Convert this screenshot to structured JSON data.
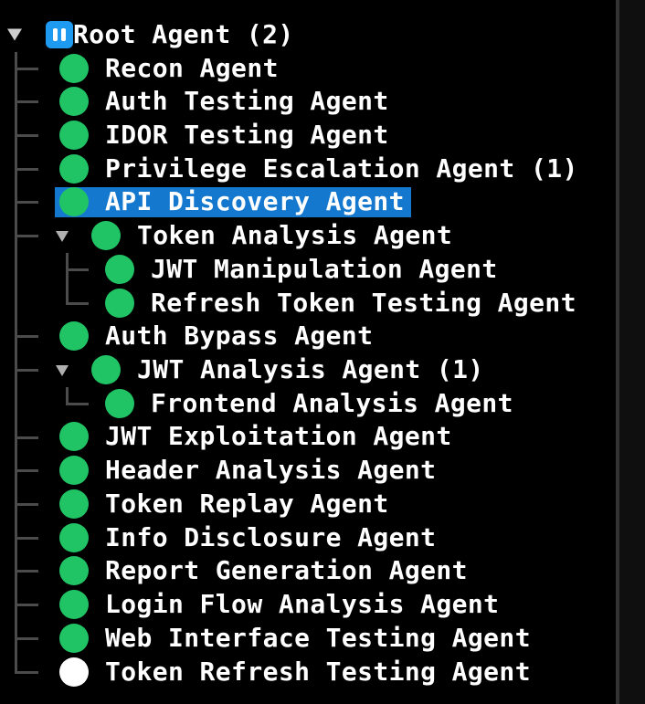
{
  "panel": {
    "background": "#000000",
    "divider_color": "#333333",
    "right_strip_color": "#0f0f0f"
  },
  "colors": {
    "selection_highlight": "#1478cf",
    "status_running": "#20c465",
    "status_idle": "#ffffff",
    "paused_icon_blue": "#1e9bf0",
    "tree_line": "#4b4b4b",
    "text": "#ffffff"
  },
  "icons": {
    "root_status": "pause-icon",
    "agent_status": "circle-dot-icon",
    "expander": "triangle-down-icon"
  },
  "tree": {
    "rows": [
      {
        "label": "Root Agent (2)",
        "level": 0,
        "status": "paused",
        "expanded": true,
        "selected": false
      },
      {
        "label": "Recon Agent",
        "level": 1,
        "status": "running",
        "selected": false
      },
      {
        "label": "Auth Testing Agent",
        "level": 1,
        "status": "running",
        "selected": false
      },
      {
        "label": "IDOR Testing Agent",
        "level": 1,
        "status": "running",
        "selected": false
      },
      {
        "label": "Privilege Escalation Agent (1)",
        "level": 1,
        "status": "running",
        "selected": false
      },
      {
        "label": "API Discovery Agent",
        "level": 1,
        "status": "running",
        "selected": true
      },
      {
        "label": "Token Analysis Agent",
        "level": 1,
        "status": "running",
        "expanded": true,
        "selected": false
      },
      {
        "label": "JWT Manipulation Agent",
        "level": 2,
        "status": "running",
        "selected": false
      },
      {
        "label": "Refresh Token Testing Agent",
        "level": 2,
        "status": "running",
        "selected": false,
        "last_in_group": true
      },
      {
        "label": "Auth Bypass Agent",
        "level": 1,
        "status": "running",
        "selected": false
      },
      {
        "label": "JWT Analysis Agent (1)",
        "level": 1,
        "status": "running",
        "expanded": true,
        "selected": false
      },
      {
        "label": "Frontend Analysis Agent",
        "level": 2,
        "status": "running",
        "selected": false,
        "last_in_group": true
      },
      {
        "label": "JWT Exploitation Agent",
        "level": 1,
        "status": "running",
        "selected": false
      },
      {
        "label": "Header Analysis Agent",
        "level": 1,
        "status": "running",
        "selected": false
      },
      {
        "label": "Token Replay Agent",
        "level": 1,
        "status": "running",
        "selected": false
      },
      {
        "label": "Info Disclosure Agent",
        "level": 1,
        "status": "running",
        "selected": false
      },
      {
        "label": "Report Generation Agent",
        "level": 1,
        "status": "running",
        "selected": false
      },
      {
        "label": "Login Flow Analysis Agent",
        "level": 1,
        "status": "running",
        "selected": false
      },
      {
        "label": "Web Interface Testing Agent",
        "level": 1,
        "status": "running",
        "selected": false
      },
      {
        "label": "Token Refresh Testing Agent",
        "level": 1,
        "status": "idle",
        "selected": false,
        "last_in_group": true
      }
    ]
  }
}
